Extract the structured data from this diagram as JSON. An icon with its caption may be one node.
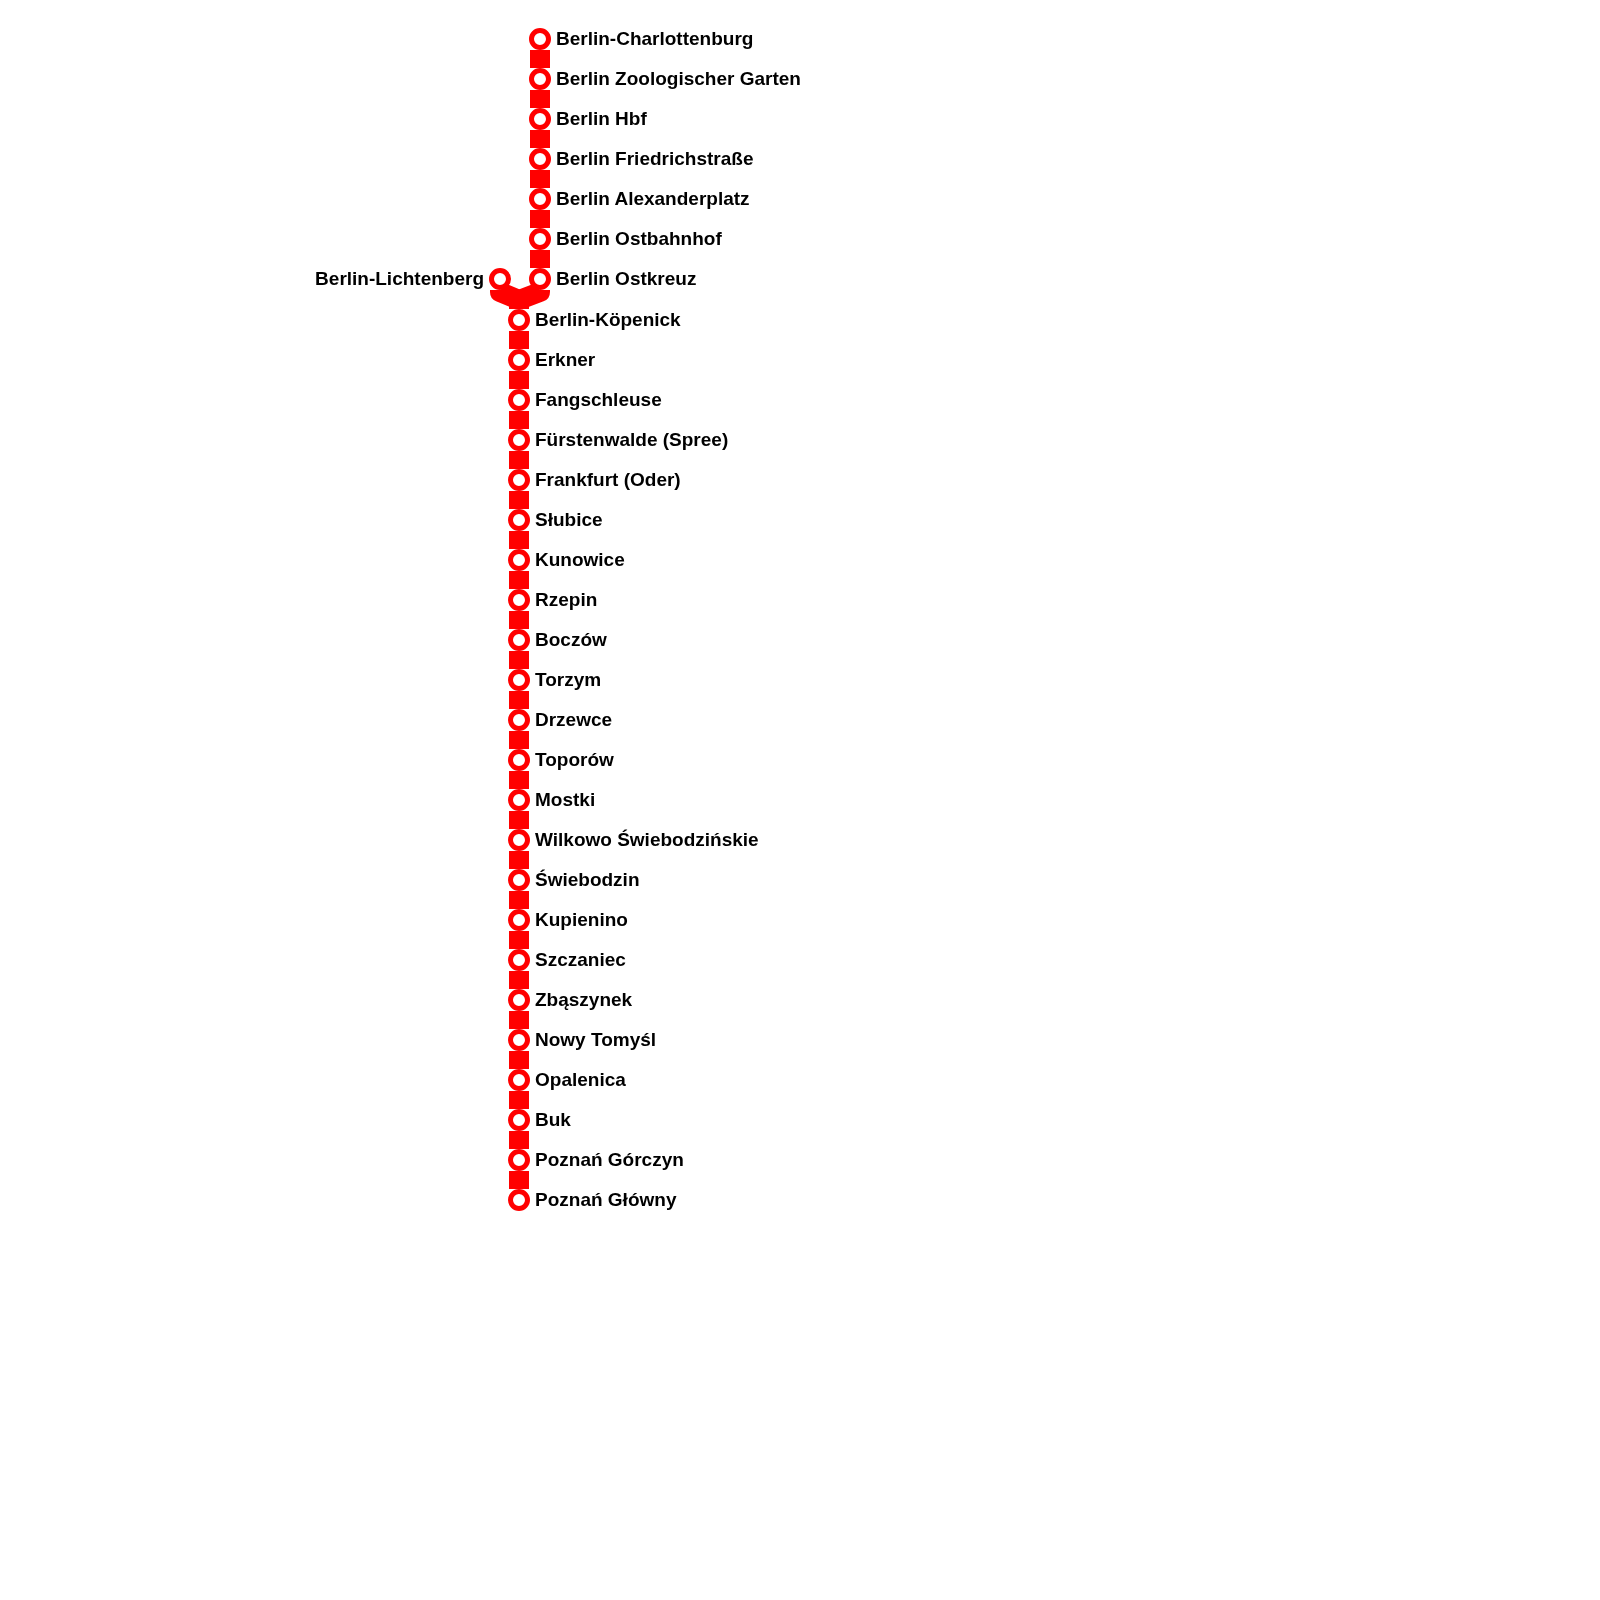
{
  "diagram": {
    "nodes": [
      {
        "text": [
          "Berlin-Charlottenburg"
        ]
      },
      {
        "text": [
          "Berlin Zoologischer Garten"
        ]
      },
      {
        "text": [
          "Berlin Hbf"
        ]
      },
      {
        "text": [
          "Berlin Friedrichstraße"
        ]
      },
      {
        "text": [
          "Berlin Alexanderplatz"
        ]
      },
      {
        "text": [
          "Berlin Ostbahnhof"
        ]
      },
      {
        "text": [
          "Berlin Ostkreuz"
        ]
      },
      {
        "text": [
          "Berlin-Lichtenberg"
        ]
      },
      {
        "text": [
          "Berlin-Köpenick"
        ]
      },
      {
        "text": [
          "Erkner"
        ]
      },
      {
        "text": [
          "Fangschleuse"
        ]
      },
      {
        "text": [
          "Fürstenwalde (Spree)"
        ]
      },
      {
        "text": [
          "Frankfurt (Oder)"
        ]
      },
      {
        "text": [
          "Słubice"
        ]
      },
      {
        "text": [
          "Kunowice"
        ]
      },
      {
        "text": [
          "Rzepin"
        ]
      },
      {
        "text": [
          "Boczów"
        ]
      },
      {
        "text": [
          "Torzym"
        ]
      },
      {
        "text": [
          "Drzewce"
        ]
      },
      {
        "text": [
          "Toporów"
        ]
      },
      {
        "text": [
          "Mostki"
        ]
      },
      {
        "text": [
          "Wilkowo Świebodzińskie"
        ]
      },
      {
        "text": [
          "Świebodzin"
        ]
      },
      {
        "text": [
          "Kupienino"
        ]
      },
      {
        "text": [
          "Szczaniec"
        ]
      },
      {
        "text": [
          "Zbąszynek"
        ]
      },
      {
        "text": [
          "Nowy Tomyśl"
        ]
      },
      {
        "text": [
          "Opalenica"
        ]
      },
      {
        "text": [
          "Buk"
        ]
      },
      {
        "text": [
          "Poznań Górczyn"
        ]
      },
      {
        "text": [
          "Poznań Główny"
        ]
      }
    ],
    "edges": [
      {
        "from": 0,
        "to": 1,
        "arrow": "none"
      },
      {
        "from": 1,
        "to": 2,
        "arrow": "none"
      },
      {
        "from": 2,
        "to": 3,
        "arrow": "none"
      },
      {
        "from": 3,
        "to": 4,
        "arrow": "none"
      },
      {
        "from": 4,
        "to": 5,
        "arrow": "none"
      },
      {
        "from": 5,
        "to": 6,
        "arrow": "none"
      },
      {
        "from": 6,
        "to": 8,
        "arrow": "none"
      },
      {
        "from": 7,
        "to": 8,
        "arrow": "none"
      },
      {
        "from": 8,
        "to": 9,
        "arrow": "none"
      },
      {
        "from": 9,
        "to": 10,
        "arrow": "none"
      },
      {
        "from": 10,
        "to": 11,
        "arrow": "none"
      },
      {
        "from": 11,
        "to": 12,
        "arrow": "none"
      },
      {
        "from": 12,
        "to": 13,
        "arrow": "none"
      },
      {
        "from": 13,
        "to": 14,
        "arrow": "none"
      },
      {
        "from": 14,
        "to": 15,
        "arrow": "none"
      },
      {
        "from": 15,
        "to": 16,
        "arrow": "none"
      },
      {
        "from": 16,
        "to": 17,
        "arrow": "none"
      },
      {
        "from": 17,
        "to": 18,
        "arrow": "none"
      },
      {
        "from": 18,
        "to": 19,
        "arrow": "none"
      },
      {
        "from": 19,
        "to": 20,
        "arrow": "none"
      },
      {
        "from": 20,
        "to": 21,
        "arrow": "none"
      },
      {
        "from": 21,
        "to": 22,
        "arrow": "none"
      },
      {
        "from": 22,
        "to": 23,
        "arrow": "none"
      },
      {
        "from": 23,
        "to": 24,
        "arrow": "none"
      },
      {
        "from": 24,
        "to": 25,
        "arrow": "none"
      },
      {
        "from": 25,
        "to": 26,
        "arrow": "none"
      },
      {
        "from": 26,
        "to": 27,
        "arrow": "none"
      },
      {
        "from": 27,
        "to": 28,
        "arrow": "none"
      },
      {
        "from": 28,
        "to": 29,
        "arrow": "none"
      },
      {
        "from": 29,
        "to": 30,
        "arrow": "none"
      }
    ]
  }
}
